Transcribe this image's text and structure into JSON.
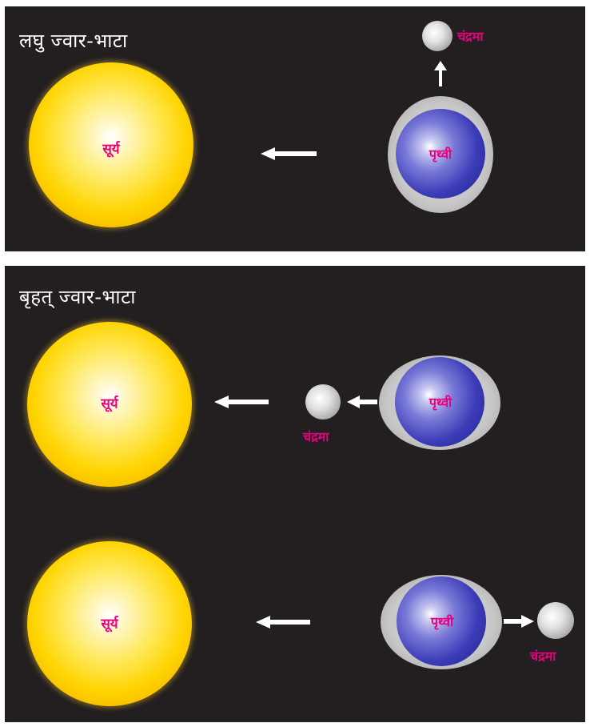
{
  "panels": [
    {
      "title": "लघु ज्वार-भाटा",
      "labels": {
        "sun": "सूर्य",
        "earth": "पृथ्वी",
        "moon": "चंद्रमा"
      }
    },
    {
      "title": "बृहत् ज्वार-भाटा",
      "scenes": [
        {
          "labels": {
            "sun": "सूर्य",
            "earth": "पृथ्वी",
            "moon": "चंद्रमा"
          }
        },
        {
          "labels": {
            "sun": "सूर्य",
            "earth": "पृथ्वी",
            "moon": "चंद्रमा"
          }
        }
      ]
    }
  ],
  "colors": {
    "background": "#231f20",
    "label": "#e6007e",
    "title": "#ffffff",
    "arrow": "#ffffff"
  }
}
